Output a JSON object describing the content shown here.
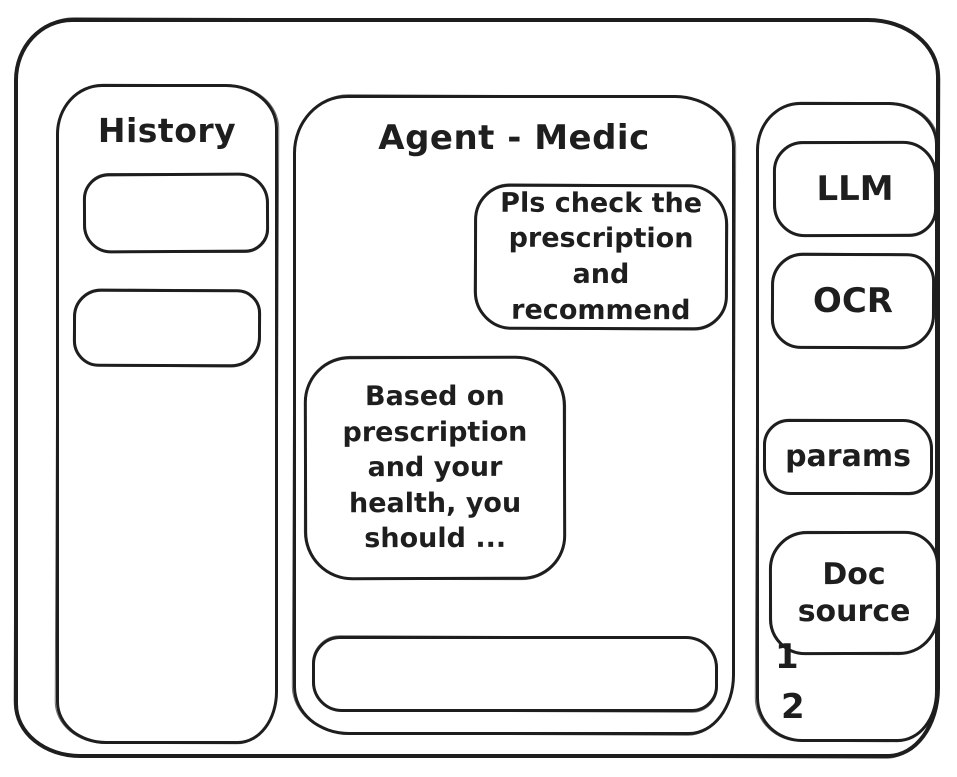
{
  "colors": {
    "stroke": "#1e1e1e",
    "background": "#ffffff"
  },
  "history_panel": {
    "title": "History",
    "items": [
      {
        "label": ""
      },
      {
        "label": ""
      }
    ]
  },
  "chat_panel": {
    "title": "Agent - Medic",
    "messages": [
      {
        "role": "user",
        "text": "Pls check the prescription and recommend"
      },
      {
        "role": "agent",
        "text": "Based on prescription and your health, you should ..."
      }
    ],
    "input": {
      "value": "",
      "placeholder": ""
    }
  },
  "tools_panel": {
    "buttons": [
      {
        "id": "llm",
        "label": "LLM"
      },
      {
        "id": "ocr",
        "label": "OCR"
      },
      {
        "id": "params",
        "label": "params"
      },
      {
        "id": "doc_source",
        "label": "Doc source"
      }
    ],
    "doc_source_items": [
      {
        "label": "1"
      },
      {
        "label": "2"
      }
    ]
  }
}
